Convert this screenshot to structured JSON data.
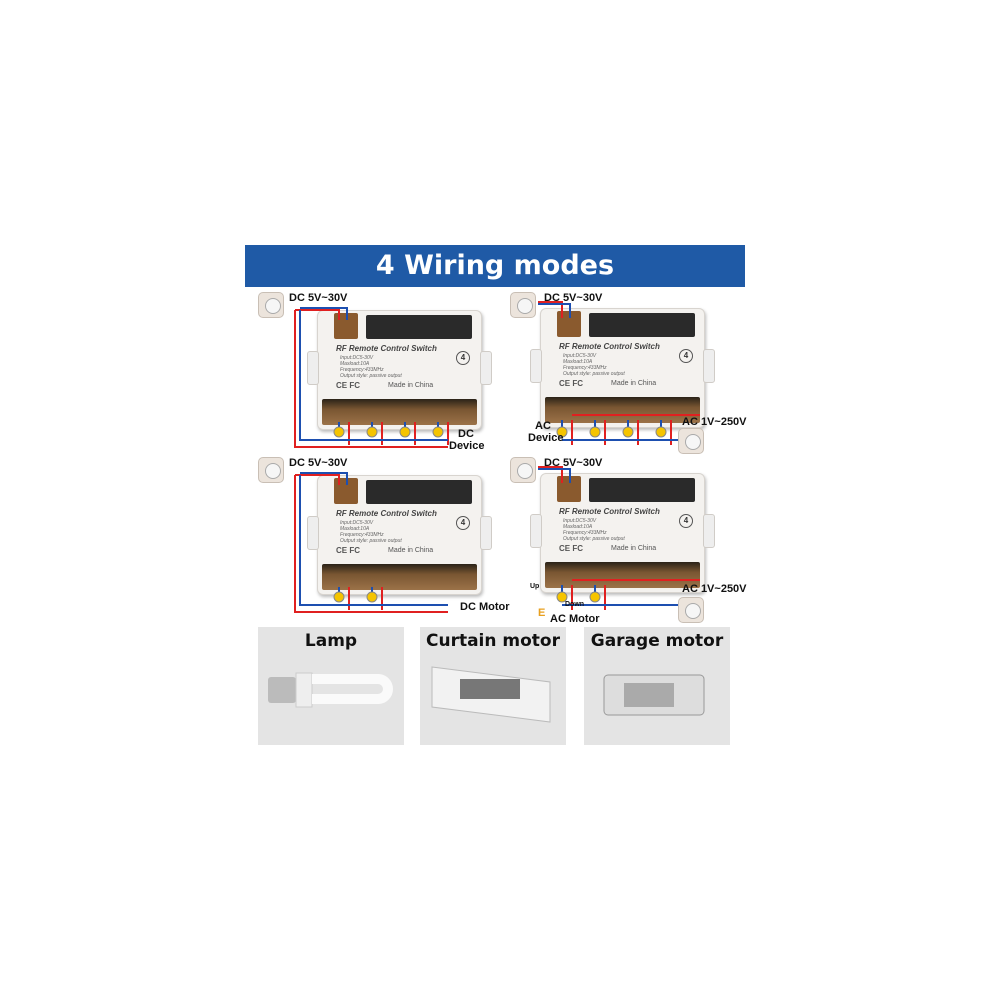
{
  "banner": {
    "title": "4 Wiring modes"
  },
  "module": {
    "title": "RF Remote Control Switch",
    "specs": [
      "Input:DC5-30V",
      "Maxload:10A",
      "Frequency:433MHz",
      "Output style: passive output"
    ],
    "certs": "CE FC",
    "made_in": "Made in China",
    "channels": "4"
  },
  "panels": [
    {
      "supply": "DC 5V~30V",
      "load": "DC Device"
    },
    {
      "supply": "DC 5V~30V",
      "load": "AC Device",
      "ac_supply": "AC 1V~250V"
    },
    {
      "supply": "DC 5V~30V",
      "load": "DC Motor"
    },
    {
      "supply": "DC 5V~30V",
      "load": "AC Motor",
      "ac_supply": "AC 1V~250V",
      "up": "Up",
      "down": "Down",
      "earth": "E"
    }
  ],
  "applications": [
    {
      "label": "Lamp",
      "icon": "lamp-icon"
    },
    {
      "label": "Curtain motor",
      "icon": "curtain-motor-icon"
    },
    {
      "label": "Garage motor",
      "icon": "garage-motor-icon"
    }
  ],
  "colors": {
    "banner": "#1f5aa6",
    "positive_wire": "#e02020",
    "negative_wire": "#1d4fb0"
  }
}
